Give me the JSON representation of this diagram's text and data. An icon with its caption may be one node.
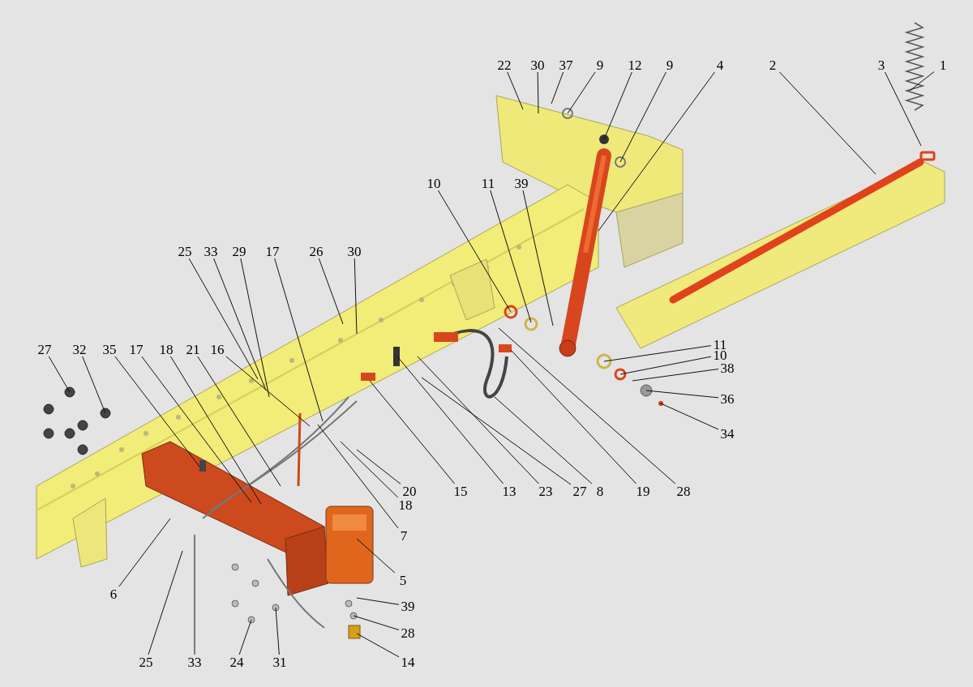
{
  "diagram": {
    "nodes": [
      {
        "text": [
          "22"
        ]
      },
      {
        "text": [
          "30"
        ]
      },
      {
        "text": [
          "37"
        ]
      },
      {
        "text": [
          "9"
        ]
      },
      {
        "text": [
          "12"
        ]
      },
      {
        "text": [
          "9"
        ]
      },
      {
        "text": [
          "4"
        ]
      },
      {
        "text": [
          "2"
        ]
      },
      {
        "text": [
          "3"
        ]
      },
      {
        "text": [
          "1"
        ]
      },
      {
        "text": [
          "10"
        ]
      },
      {
        "text": [
          "11"
        ]
      },
      {
        "text": [
          "39"
        ]
      },
      {
        "text": [
          "25"
        ]
      },
      {
        "text": [
          "33"
        ]
      },
      {
        "text": [
          "29"
        ]
      },
      {
        "text": [
          "17"
        ]
      },
      {
        "text": [
          "26"
        ]
      },
      {
        "text": [
          "30"
        ]
      },
      {
        "text": [
          "27"
        ]
      },
      {
        "text": [
          "32"
        ]
      },
      {
        "text": [
          "35"
        ]
      },
      {
        "text": [
          "17"
        ]
      },
      {
        "text": [
          "18"
        ]
      },
      {
        "text": [
          "21"
        ]
      },
      {
        "text": [
          "16"
        ]
      },
      {
        "text": [
          "11"
        ]
      },
      {
        "text": [
          "10"
        ]
      },
      {
        "text": [
          "38"
        ]
      },
      {
        "text": [
          "36"
        ]
      },
      {
        "text": [
          "34"
        ]
      },
      {
        "text": [
          "20"
        ]
      },
      {
        "text": [
          "15"
        ]
      },
      {
        "text": [
          "13"
        ]
      },
      {
        "text": [
          "23"
        ]
      },
      {
        "text": [
          "27"
        ]
      },
      {
        "text": [
          "8"
        ]
      },
      {
        "text": [
          "19"
        ]
      },
      {
        "text": [
          "28"
        ]
      },
      {
        "text": [
          "18"
        ]
      },
      {
        "text": [
          "7"
        ]
      },
      {
        "text": [
          "5"
        ]
      },
      {
        "text": [
          "6"
        ]
      },
      {
        "text": [
          "39"
        ]
      },
      {
        "text": [
          "28"
        ]
      },
      {
        "text": [
          "14"
        ]
      },
      {
        "text": [
          "25"
        ]
      },
      {
        "text": [
          "33"
        ]
      },
      {
        "text": [
          "24"
        ]
      },
      {
        "text": [
          "31"
        ]
      }
    ],
    "edges": [
      {
        "from": 0,
        "to": null,
        "arrow": "none"
      },
      {
        "from": 1,
        "to": null,
        "arrow": "none"
      },
      {
        "from": 2,
        "to": null,
        "arrow": "none"
      },
      {
        "from": 3,
        "to": null,
        "arrow": "none"
      },
      {
        "from": 4,
        "to": null,
        "arrow": "none"
      },
      {
        "from": 5,
        "to": null,
        "arrow": "none"
      },
      {
        "from": 6,
        "to": null,
        "arrow": "none"
      },
      {
        "from": 7,
        "to": null,
        "arrow": "none"
      },
      {
        "from": 8,
        "to": null,
        "arrow": "none"
      },
      {
        "from": 9,
        "to": null,
        "arrow": "none"
      },
      {
        "from": 10,
        "to": null,
        "arrow": "none"
      },
      {
        "from": 11,
        "to": null,
        "arrow": "none"
      },
      {
        "from": 12,
        "to": null,
        "arrow": "none"
      },
      {
        "from": 13,
        "to": null,
        "arrow": "none"
      },
      {
        "from": 14,
        "to": null,
        "arrow": "none"
      },
      {
        "from": 15,
        "to": null,
        "arrow": "none"
      },
      {
        "from": 16,
        "to": null,
        "arrow": "none"
      },
      {
        "from": 17,
        "to": null,
        "arrow": "none"
      },
      {
        "from": 18,
        "to": null,
        "arrow": "none"
      },
      {
        "from": 19,
        "to": null,
        "arrow": "none"
      },
      {
        "from": 20,
        "to": null,
        "arrow": "none"
      },
      {
        "from": 21,
        "to": null,
        "arrow": "none"
      },
      {
        "from": 22,
        "to": null,
        "arrow": "none"
      },
      {
        "from": 23,
        "to": null,
        "arrow": "none"
      },
      {
        "from": 24,
        "to": null,
        "arrow": "none"
      },
      {
        "from": 25,
        "to": null,
        "arrow": "none"
      },
      {
        "from": 26,
        "to": null,
        "arrow": "none"
      },
      {
        "from": 27,
        "to": null,
        "arrow": "none"
      },
      {
        "from": 28,
        "to": null,
        "arrow": "none"
      },
      {
        "from": 29,
        "to": null,
        "arrow": "none"
      },
      {
        "from": 30,
        "to": null,
        "arrow": "none"
      },
      {
        "from": 31,
        "to": null,
        "arrow": "none"
      },
      {
        "from": 32,
        "to": null,
        "arrow": "none"
      },
      {
        "from": 33,
        "to": null,
        "arrow": "none"
      },
      {
        "from": 34,
        "to": null,
        "arrow": "none"
      },
      {
        "from": 35,
        "to": null,
        "arrow": "none"
      },
      {
        "from": 36,
        "to": null,
        "arrow": "none"
      },
      {
        "from": 37,
        "to": null,
        "arrow": "none"
      },
      {
        "from": 38,
        "to": null,
        "arrow": "none"
      },
      {
        "from": 39,
        "to": null,
        "arrow": "none"
      },
      {
        "from": 40,
        "to": null,
        "arrow": "none"
      },
      {
        "from": 41,
        "to": null,
        "arrow": "none"
      },
      {
        "from": 42,
        "to": null,
        "arrow": "none"
      },
      {
        "from": 43,
        "to": null,
        "arrow": "none"
      },
      {
        "from": 44,
        "to": null,
        "arrow": "none"
      },
      {
        "from": 45,
        "to": null,
        "arrow": "none"
      },
      {
        "from": 46,
        "to": null,
        "arrow": "none"
      },
      {
        "from": 47,
        "to": null,
        "arrow": "none"
      },
      {
        "from": 48,
        "to": null,
        "arrow": "none"
      },
      {
        "from": 49,
        "to": null,
        "arrow": "none"
      }
    ]
  }
}
